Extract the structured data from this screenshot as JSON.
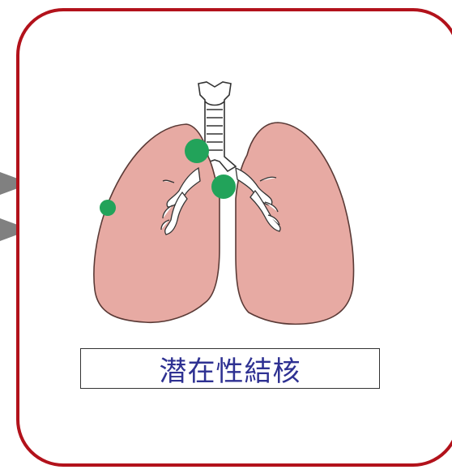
{
  "label": {
    "text": "潜在性結核"
  },
  "colors": {
    "frame_border": "#b2121b",
    "lung_fill": "#e7aaa3",
    "lung_outline": "#5a3a36",
    "lesion": "#22a35a",
    "label_text": "#2e3192",
    "arrow": "#808080"
  },
  "icons": {
    "lungs": "lungs-illustration",
    "lesions": "green-dot-markers",
    "arrows": "gray-triangle-arrows"
  }
}
